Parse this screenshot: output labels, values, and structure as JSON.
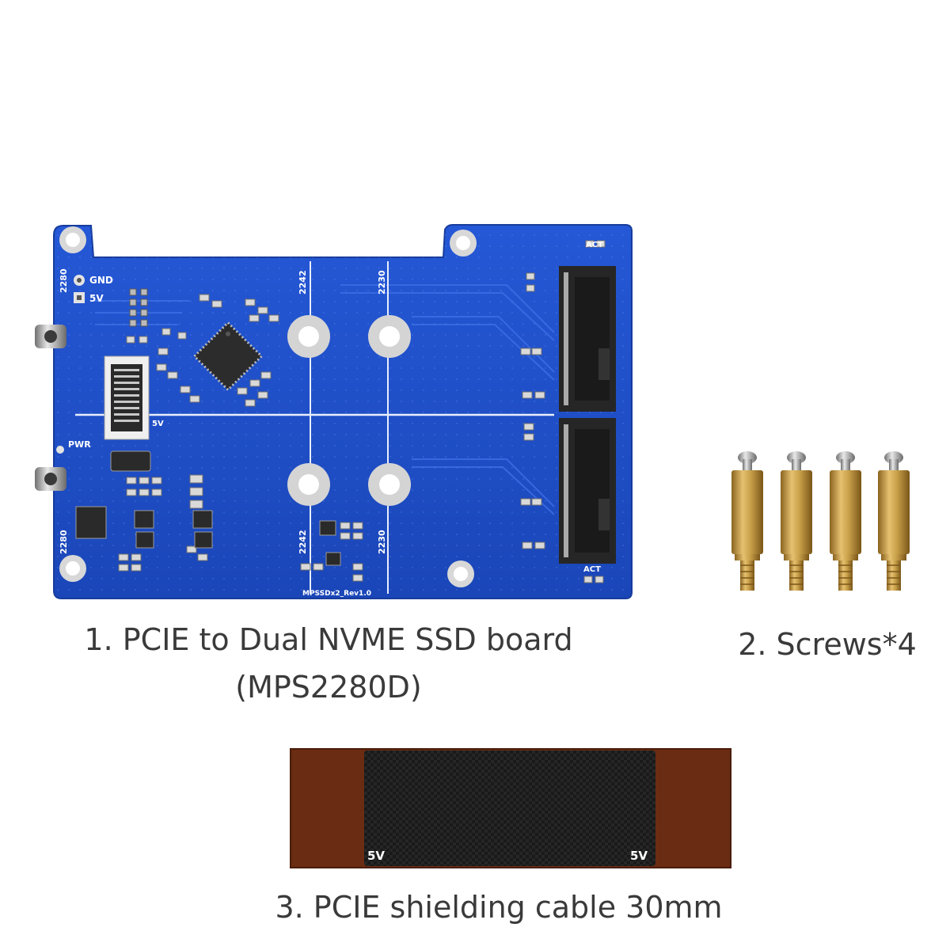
{
  "board": {
    "caption_line1": "1. PCIE to Dual NVME SSD board",
    "caption_line2": "(MPS2280D)",
    "silk_gnd": "GND",
    "silk_5v": "5V",
    "silk_pwr": "PWR",
    "silk_act": "ACT",
    "silk_2242": "2242",
    "silk_2230": "2230",
    "silk_2280": "2280",
    "silk_rev": "MPSSDx2_Rev1.0",
    "pcb_color": "#1f4fc8"
  },
  "screws": {
    "caption": "2. Screws*4",
    "count": 4,
    "brass_color": "#c9a04a"
  },
  "cable": {
    "caption": "3. PCIE shielding cable 30mm",
    "label_left": "5V",
    "label_right": "5V",
    "flex_color": "#6a2c12",
    "shield_color": "#1d1d1d"
  }
}
